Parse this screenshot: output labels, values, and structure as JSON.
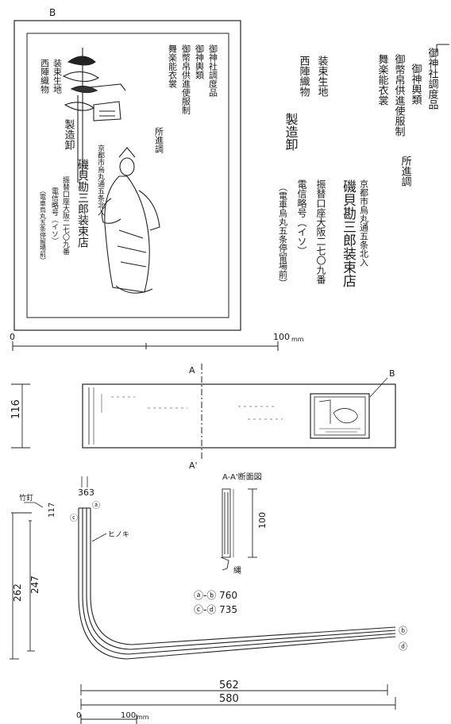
{
  "label_b_top": "B",
  "label_b_side": "B",
  "section_label_a_top": "A",
  "section_label_a_bottom": "A'",
  "section_title": "A-A'断面図",
  "scale_top": {
    "zero": "0",
    "hundred": "100",
    "unit": "mm"
  },
  "scale_bottom": {
    "zero": "0",
    "hundred": "100",
    "unit": "mm"
  },
  "label_card": {
    "right_columns": [
      "御神社調度品",
      "御神輿類",
      "御幣帛供進使服制",
      "舞楽能衣裳",
      "所進調"
    ],
    "left_columns": [
      "装束生地",
      "西陣織物",
      "製造卸"
    ],
    "address": "京都市烏丸通五条北入",
    "shop_name": "磯貝勘三郎装束店",
    "transfer_account": "振替口座大阪二七〇九番",
    "telegraph": "電信略号（イソ）",
    "tram": "（電車烏丸五条停留場前）"
  },
  "dimensions": {
    "height_116": "116",
    "width_363": "363",
    "bamboo_nail": "竹釘",
    "height_117": "117",
    "hinoki": "ヒノキ",
    "inner_100": "100",
    "cord": "縄",
    "height_262": "262",
    "height_247": "247",
    "ab_label": "ⓐ-ⓑ 760",
    "cd_label": "ⓒ-ⓓ 735",
    "length_562": "562",
    "length_580": "580"
  },
  "point_labels": {
    "a": "ⓐ",
    "b": "ⓑ",
    "c": "ⓒ",
    "d": "ⓓ"
  }
}
